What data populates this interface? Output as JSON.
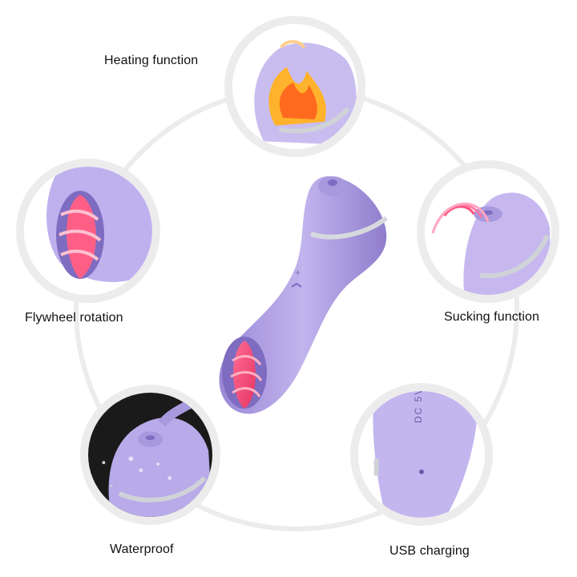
{
  "colors": {
    "lavender": "#b7a8e6",
    "lavender_dark": "#8b79c8",
    "lavender_light": "#d9d0f6",
    "pink": "#ff4f7a",
    "chrome": "#cfd3d8",
    "ring": "#ececec",
    "dark_bg": "#1a1a1a"
  },
  "features": [
    {
      "id": "heating",
      "label": "Heating function",
      "icon": "flame-icon"
    },
    {
      "id": "sucking",
      "label": "Sucking function",
      "icon": "suction-waves-icon"
    },
    {
      "id": "flywheel",
      "label": "Flywheel rotation",
      "icon": "flywheel-icon"
    },
    {
      "id": "waterproof",
      "label": "Waterproof",
      "icon": "water-droplets-icon"
    },
    {
      "id": "usb",
      "label": "USB charging",
      "icon": "charging-port-icon"
    }
  ],
  "usb_port_text": "DC 5V"
}
